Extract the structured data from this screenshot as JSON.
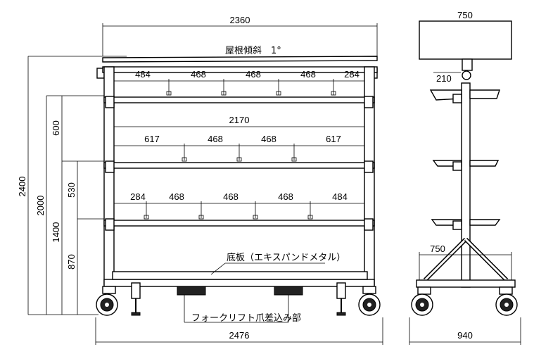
{
  "front_view": {
    "overall_width_top": "2360",
    "roof_slope": "屋根傾斜　1°",
    "top_shelf_dims": [
      "484",
      "468",
      "468",
      "468",
      "284"
    ],
    "middle_width": "2170",
    "middle_shelf_dims": [
      "617",
      "468",
      "468",
      "617"
    ],
    "lower_shelf_dims": [
      "284",
      "468",
      "468",
      "468",
      "484"
    ],
    "height_total": "2400",
    "height_2000": "2000",
    "height_600": "600",
    "height_530": "530",
    "height_1400": "1400",
    "height_870": "870",
    "bottom_plate_note": "底板（エキスパンドメタル）",
    "forklift_note": "フォークリフト爪差込み部",
    "overall_width_bottom": "2476"
  },
  "side_view": {
    "top_width": "750",
    "hook_offset": "210",
    "leg_spread": "750",
    "base_width": "940"
  }
}
